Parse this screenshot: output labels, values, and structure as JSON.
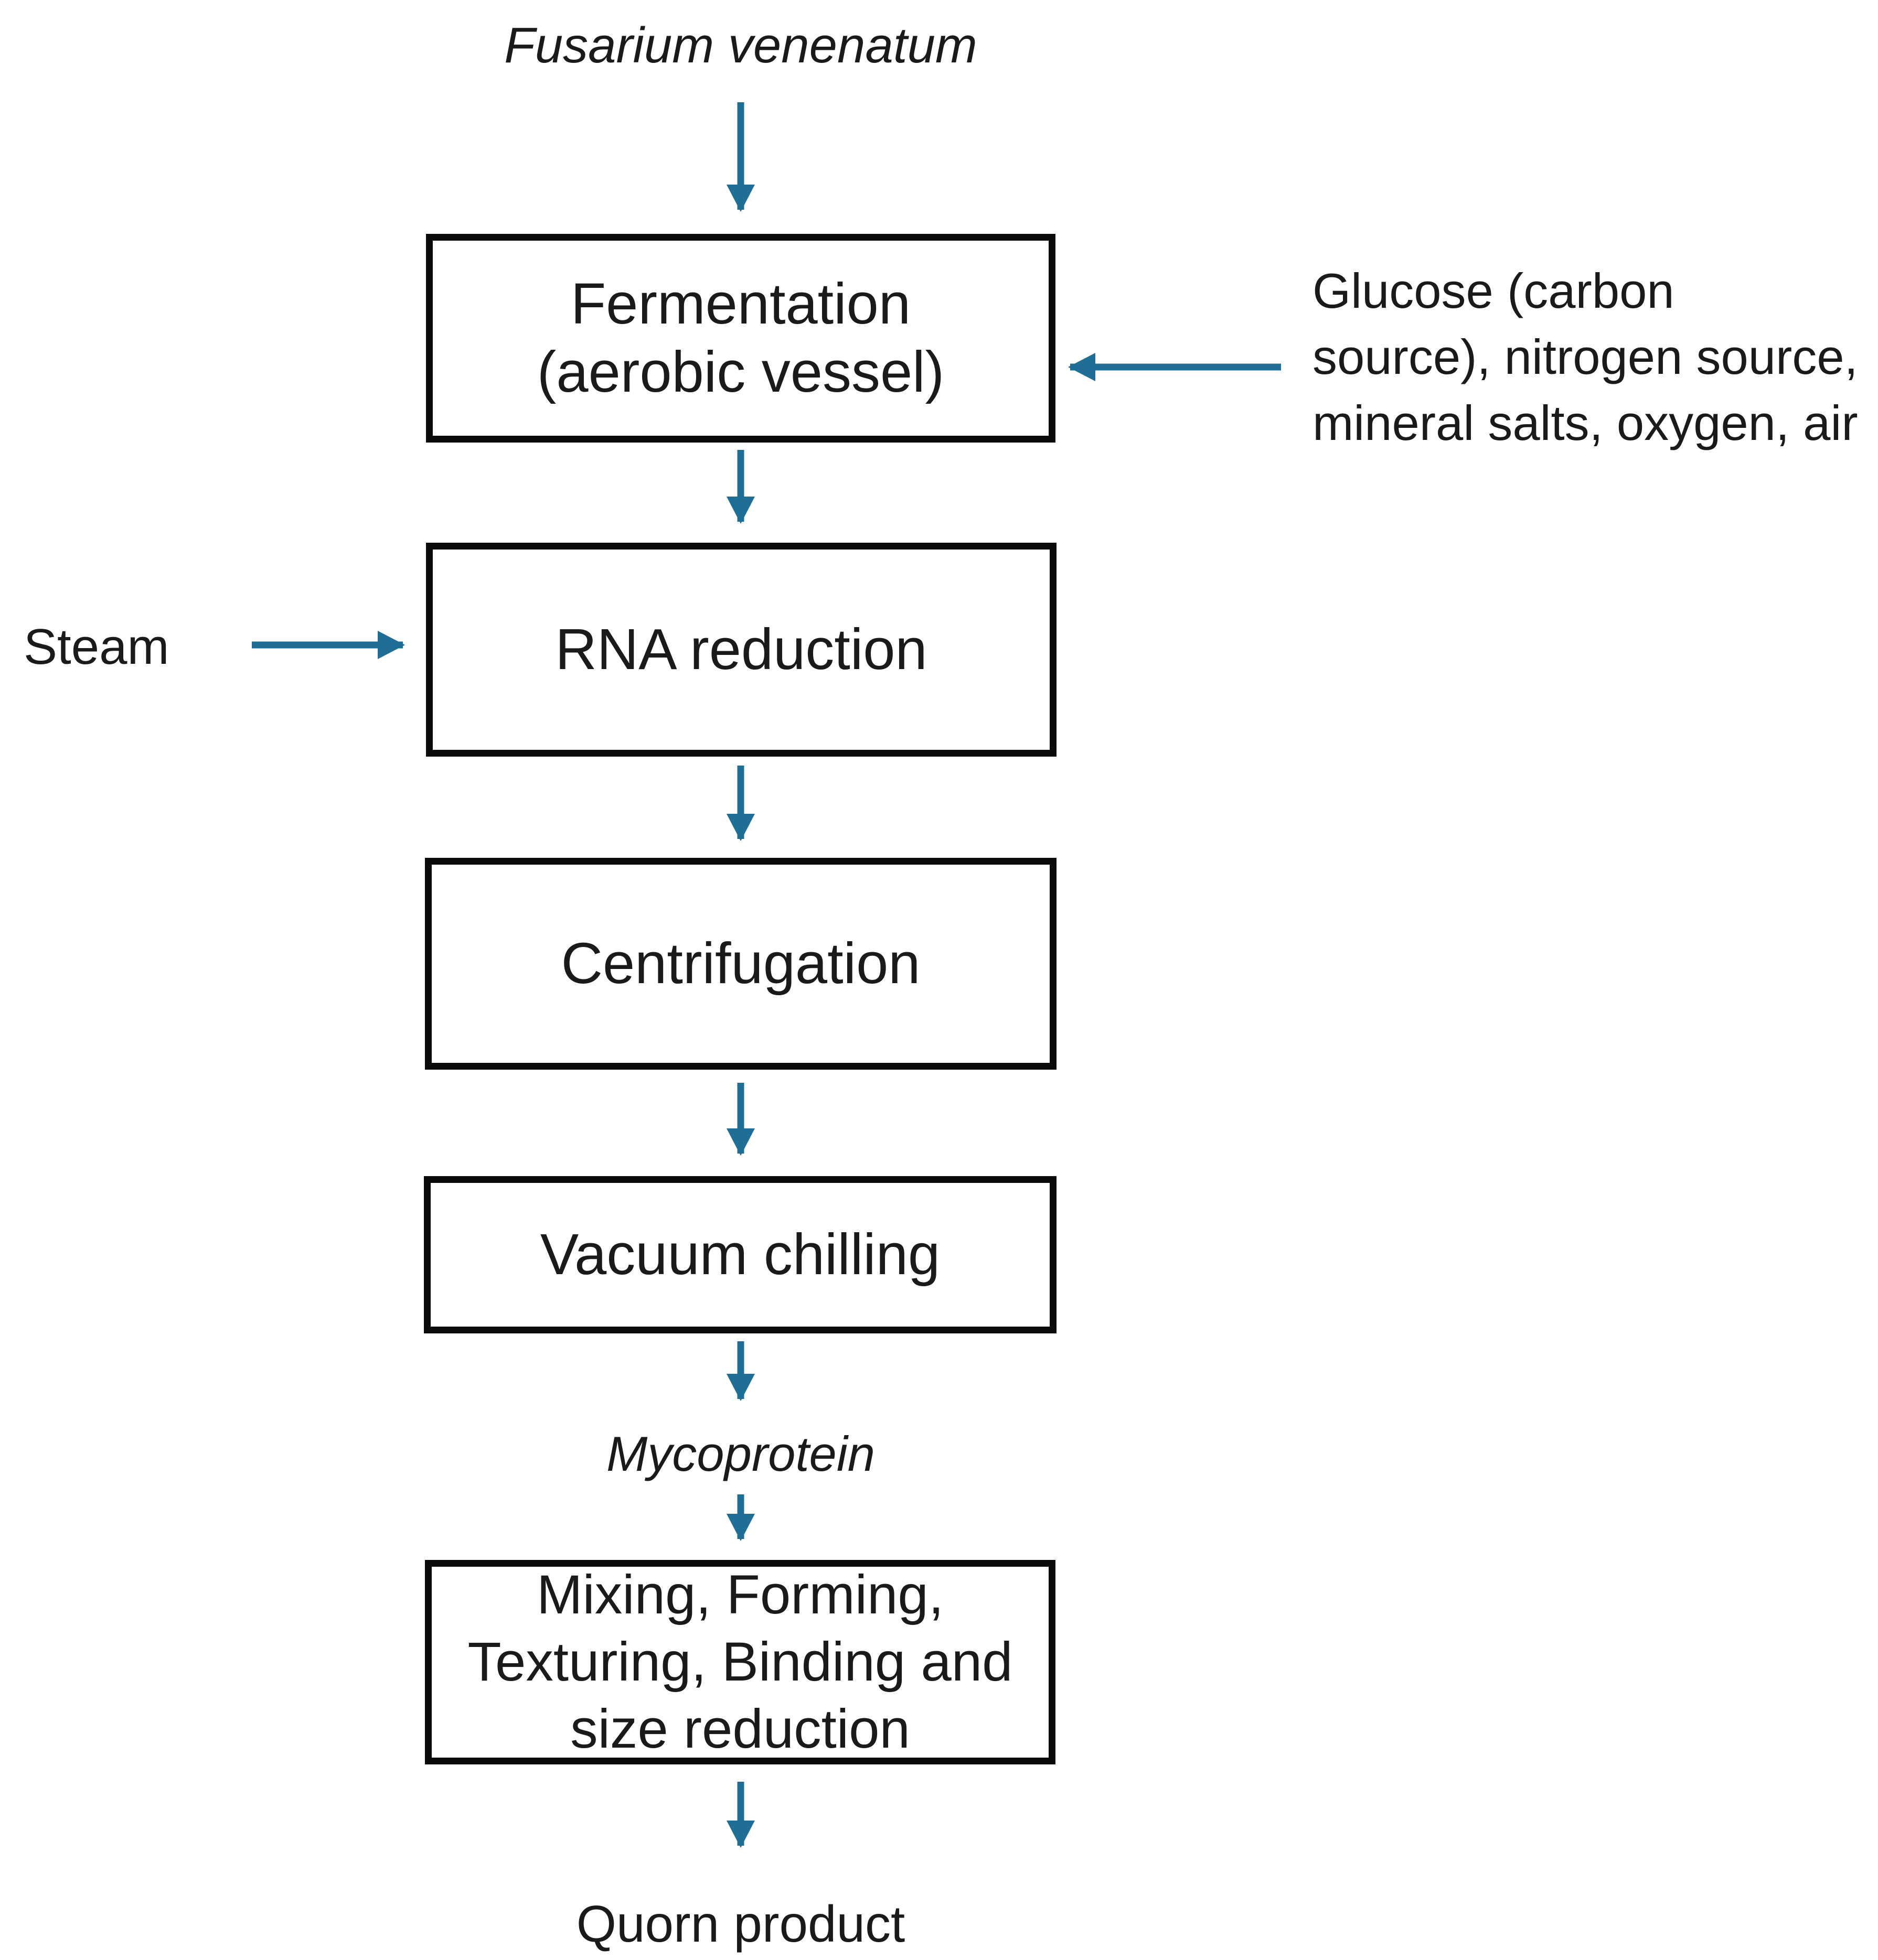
{
  "colors": {
    "arrow": "#1F6E96",
    "box_border": "#0B0B0B",
    "text": "#1A1A1A",
    "background": "#FFFFFF"
  },
  "diagram": {
    "source_label": "Fusarium venenatum",
    "boxes": [
      {
        "id": "fermentation",
        "lines": [
          "Fermentation",
          "(aerobic vessel)"
        ]
      },
      {
        "id": "rna-reduction",
        "lines": [
          "RNA reduction"
        ]
      },
      {
        "id": "centrifugation",
        "lines": [
          "Centrifugation"
        ]
      },
      {
        "id": "vacuum-chilling",
        "lines": [
          "Vacuum chilling"
        ]
      },
      {
        "id": "mixing-forming-texturing",
        "lines": [
          "Mixing, Forming,",
          "Texturing, Binding and",
          "size reduction"
        ]
      }
    ],
    "inputs": [
      {
        "id": "glucose",
        "lines": [
          "Glucose (carbon",
          "source), nitrogen source,",
          "mineral salts, oxygen, air"
        ],
        "arrow_direction": "left",
        "feeds": "Fermentation (aerobic vessel)"
      },
      {
        "id": "steam",
        "label": "Steam",
        "arrow_direction": "right",
        "feeds": "RNA reduction"
      }
    ],
    "intermediate_label": "Mycoprotein",
    "final_label": "Quorn product"
  }
}
